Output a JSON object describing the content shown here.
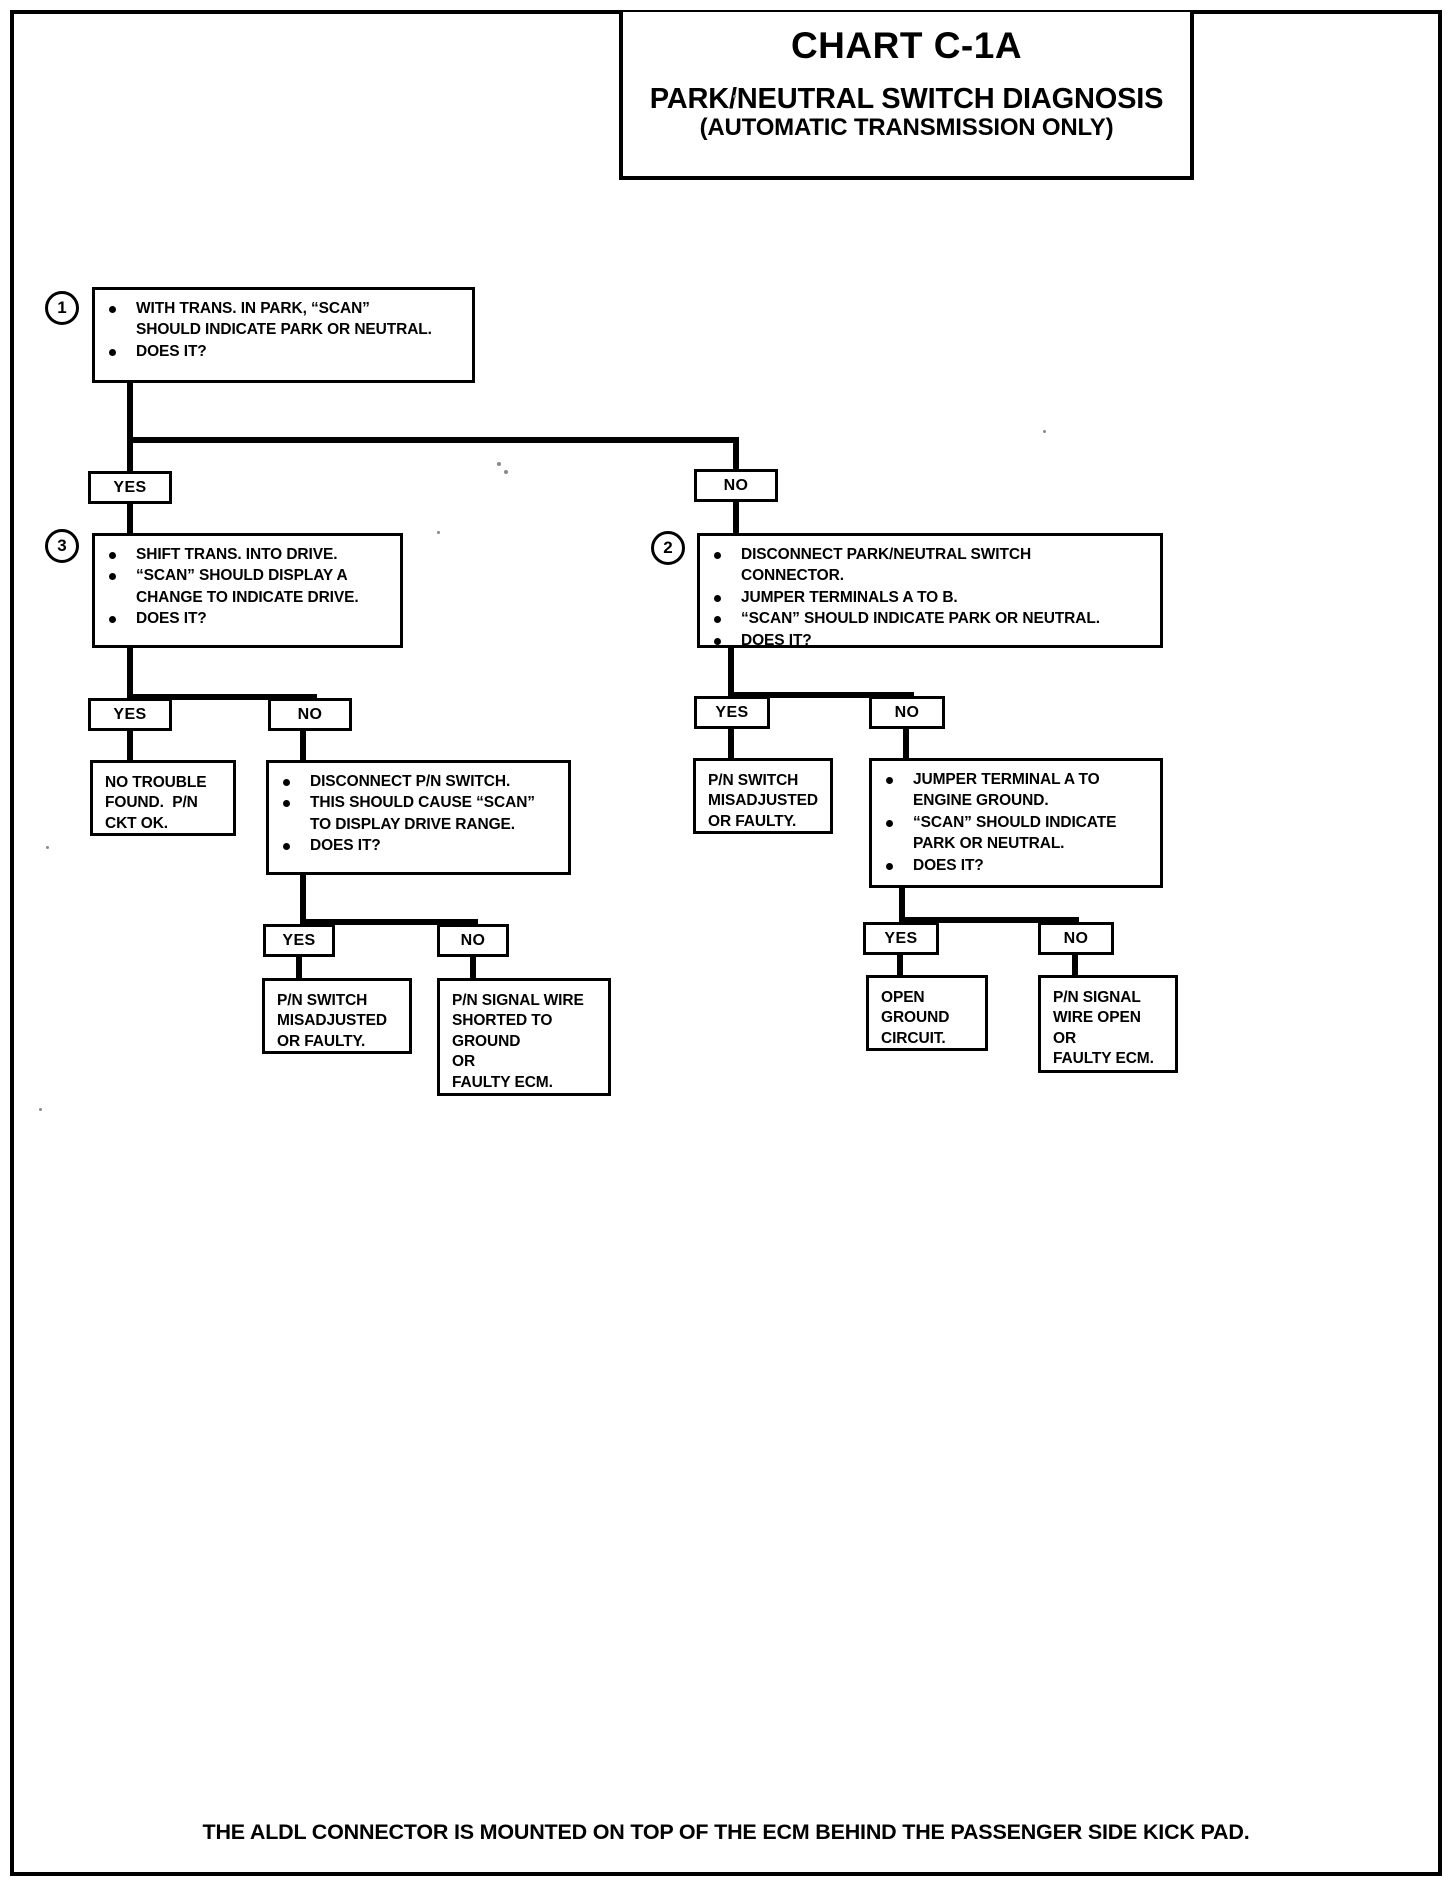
{
  "header": {
    "chart_id": "CHART C-1A",
    "title": "PARK/NEUTRAL SWITCH DIAGNOSIS",
    "subtitle": "(AUTOMATIC TRANSMISSION ONLY)"
  },
  "labels": {
    "yes": "YES",
    "no": "NO"
  },
  "steps": {
    "one": {
      "number": "1",
      "lines": [
        "WITH TRANS. IN PARK, “SCAN”",
        "SHOULD INDICATE PARK OR NEUTRAL.",
        "DOES IT?"
      ]
    },
    "two": {
      "number": "2",
      "lines": [
        "DISCONNECT PARK/NEUTRAL SWITCH",
        "CONNECTOR.",
        "JUMPER TERMINALS A TO B.",
        "“SCAN” SHOULD INDICATE PARK OR NEUTRAL.",
        "DOES IT?"
      ]
    },
    "three": {
      "number": "3",
      "lines": [
        "SHIFT TRANS. INTO DRIVE.",
        "“SCAN” SHOULD DISPLAY A",
        "CHANGE TO INDICATE DRIVE.",
        "DOES IT?"
      ]
    },
    "disconnect_pn": {
      "lines": [
        "DISCONNECT P/N SWITCH.",
        "THIS SHOULD CAUSE “SCAN”",
        "TO DISPLAY DRIVE RANGE.",
        "DOES IT?"
      ]
    },
    "jumper_ground": {
      "lines": [
        "JUMPER TERMINAL A TO",
        "ENGINE GROUND.",
        "“SCAN” SHOULD INDICATE",
        "PARK OR NEUTRAL.",
        "DOES IT?"
      ]
    }
  },
  "results": {
    "no_trouble": "NO TROUBLE\nFOUND.  P/N\nCKT OK.",
    "pn_switch_misadjusted_left": "P/N SWITCH\nMISADJUSTED\nOR FAULTY.",
    "pn_signal_shorted": "P/N SIGNAL WIRE\nSHORTED TO\nGROUND\nOR\nFAULTY ECM.",
    "pn_switch_misadjusted_right": "P/N SWITCH\nMISADJUSTED\nOR FAULTY.",
    "open_ground": "OPEN\nGROUND\nCIRCUIT.",
    "pn_signal_open": "P/N SIGNAL\nWIRE OPEN\nOR\nFAULTY ECM."
  },
  "footer": {
    "note": "THE ALDL CONNECTOR IS MOUNTED ON TOP OF THE ECM BEHIND THE PASSENGER SIDE KICK PAD."
  },
  "colors": {
    "ink": "#000000",
    "paper": "#ffffff"
  },
  "chart_data": {
    "type": "diagram",
    "title": "PARK/NEUTRAL SWITCH DIAGNOSIS",
    "nodes": [
      {
        "id": "1",
        "kind": "decision",
        "number": "1",
        "text": "WITH TRANS. IN PARK, “SCAN” SHOULD INDICATE PARK OR NEUTRAL. DOES IT?"
      },
      {
        "id": "3",
        "kind": "decision",
        "number": "3",
        "text": "SHIFT TRANS. INTO DRIVE. “SCAN” SHOULD DISPLAY A CHANGE TO INDICATE DRIVE. DOES IT?"
      },
      {
        "id": "2",
        "kind": "decision",
        "number": "2",
        "text": "DISCONNECT PARK/NEUTRAL SWITCH CONNECTOR. JUMPER TERMINALS A TO B. “SCAN” SHOULD INDICATE PARK OR NEUTRAL. DOES IT?"
      },
      {
        "id": "NT",
        "kind": "terminal",
        "text": "NO TROUBLE FOUND. P/N CKT OK."
      },
      {
        "id": "D",
        "kind": "decision",
        "text": "DISCONNECT P/N SWITCH. THIS SHOULD CAUSE “SCAN” TO DISPLAY DRIVE RANGE. DOES IT?"
      },
      {
        "id": "JG",
        "kind": "decision",
        "text": "JUMPER TERMINAL A TO ENGINE GROUND. “SCAN” SHOULD INDICATE PARK OR NEUTRAL. DOES IT?"
      },
      {
        "id": "M1",
        "kind": "terminal",
        "text": "P/N SWITCH MISADJUSTED OR FAULTY."
      },
      {
        "id": "S1",
        "kind": "terminal",
        "text": "P/N SIGNAL WIRE SHORTED TO GROUND OR FAULTY ECM."
      },
      {
        "id": "M2",
        "kind": "terminal",
        "text": "P/N SWITCH MISADJUSTED OR FAULTY."
      },
      {
        "id": "OG",
        "kind": "terminal",
        "text": "OPEN GROUND CIRCUIT."
      },
      {
        "id": "SO",
        "kind": "terminal",
        "text": "P/N SIGNAL WIRE OPEN OR FAULTY ECM."
      }
    ],
    "edges": [
      {
        "from": "1",
        "to": "3",
        "label": "YES"
      },
      {
        "from": "1",
        "to": "2",
        "label": "NO"
      },
      {
        "from": "3",
        "to": "NT",
        "label": "YES"
      },
      {
        "from": "3",
        "to": "D",
        "label": "NO"
      },
      {
        "from": "D",
        "to": "M1",
        "label": "YES"
      },
      {
        "from": "D",
        "to": "S1",
        "label": "NO"
      },
      {
        "from": "2",
        "to": "M2",
        "label": "YES"
      },
      {
        "from": "2",
        "to": "JG",
        "label": "NO"
      },
      {
        "from": "JG",
        "to": "OG",
        "label": "YES"
      },
      {
        "from": "JG",
        "to": "SO",
        "label": "NO"
      }
    ]
  }
}
